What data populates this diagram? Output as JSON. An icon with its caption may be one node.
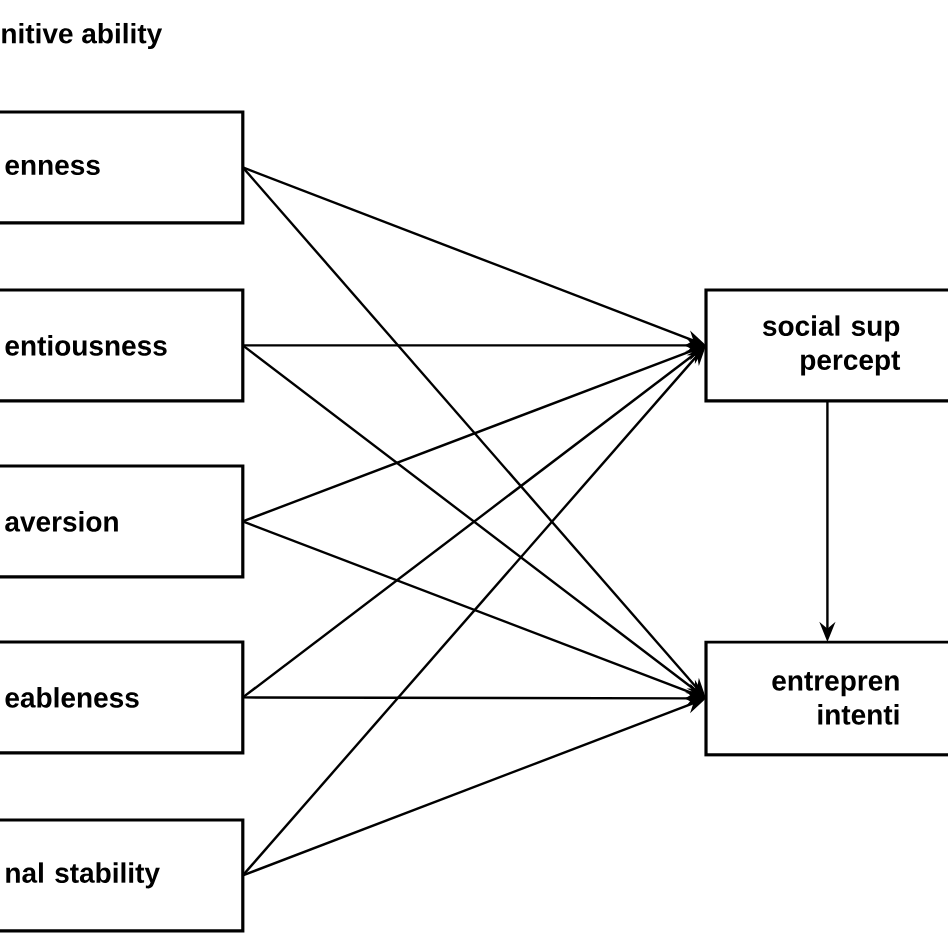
{
  "diagram": {
    "nodes": [
      {
        "text": [
          "enness"
        ]
      },
      {
        "text": [
          "entiousness"
        ]
      },
      {
        "text": [
          "aversion"
        ]
      },
      {
        "text": [
          "eableness"
        ]
      },
      {
        "text": [
          "nal stability"
        ]
      },
      {
        "text": [
          "social sup percept"
        ]
      },
      {
        "text": [
          "entrepren intenti"
        ]
      }
    ],
    "edges": [
      {
        "from": 0,
        "to": 5,
        "arrow": "to"
      },
      {
        "from": 0,
        "to": 6,
        "arrow": "to"
      },
      {
        "from": 1,
        "to": 5,
        "arrow": "to"
      },
      {
        "from": 1,
        "to": 6,
        "arrow": "to"
      },
      {
        "from": 2,
        "to": 5,
        "arrow": "to"
      },
      {
        "from": 2,
        "to": 6,
        "arrow": "to"
      },
      {
        "from": 3,
        "to": 5,
        "arrow": "to"
      },
      {
        "from": 3,
        "to": 6,
        "arrow": "to"
      },
      {
        "from": 4,
        "to": 5,
        "arrow": "to"
      },
      {
        "from": 4,
        "to": 6,
        "arrow": "to"
      },
      {
        "from": 5,
        "to": 6,
        "arrow": "to"
      }
    ],
    "labels": [
      "nitive ability"
    ]
  }
}
